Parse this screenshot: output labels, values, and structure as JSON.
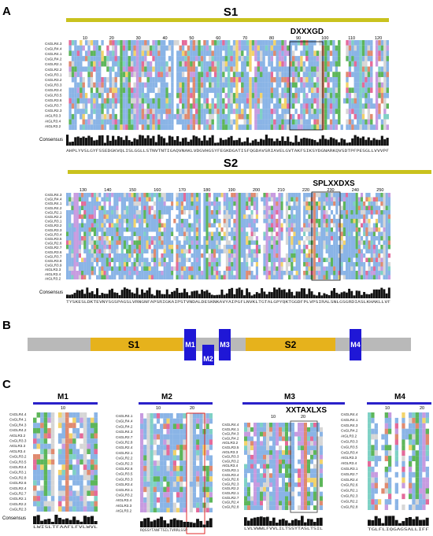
{
  "panelA": {
    "letter": "A",
    "s1": {
      "title": "S1",
      "motif": "DXXXGD",
      "ticks": [
        "10",
        "20",
        "30",
        "40",
        "50",
        "60",
        "70",
        "80",
        "90",
        "100",
        "110",
        "120"
      ],
      "names": [
        "CsGLR4.3",
        "CsGLR4.4",
        "CsGLR4.1",
        "CsGLR4.2",
        "CsGLR2.1",
        "CsGLR2.2",
        "CsGLR3.1",
        "CsGLR3.2",
        "CsGLR3.3",
        "CsGLR3.4",
        "CsGLR3.5",
        "CsGLR3.6",
        "CsGLR3.7",
        "CsGLR2.3",
        "AtGLR3.3",
        "AtGLR3.4",
        "AtGLR3.2"
      ],
      "consensus_label": "Consensus",
      "consensus_seq": "AHPLYVSLGYFSSEDGKVQLISLGGLLSTNVTNTIGAQVNAKLVDGVHGSYFEGKDGATISFQGDAVSRIAVELGVTAKFSIKSYDGNARKQVSDTPFPESGLLVVVPF"
    },
    "s2": {
      "title": "S2",
      "motif": "SPLXXDXS",
      "ticks": [
        "130",
        "140",
        "150",
        "160",
        "170",
        "180",
        "190",
        "200",
        "210",
        "220",
        "230",
        "240",
        "250"
      ],
      "names": [
        "CsGLR4.3",
        "CsGLR4.4",
        "CsGLR4.1",
        "CsGLR4.2",
        "CsGLR2.1",
        "CsGLR2.2",
        "CsGLR3.1",
        "CsGLR3.2",
        "CsGLR3.3",
        "CsGLR3.4",
        "CsGLR3.5",
        "CsGLR2.6",
        "CsGLR2.7",
        "CsGLR3.6",
        "CsGLR3.7",
        "CsGLR3.8",
        "CsGLR3.9",
        "AtGLR3.3",
        "AtGLR3.4",
        "AtGLR3.2"
      ],
      "consensus_label": "Consensus",
      "consensus_seq": "TYSKESLDKTEVNYSGSPAGSLVRNGNFAPSRIGKAIPSTVNDALDESKNKAVYAIPGFLNVKLTGTALGPYQKTGGDFPLVPSIRALSNLGSGRDIASLKHAKLLVF"
    }
  },
  "panelB": {
    "letter": "B",
    "domains": {
      "s1": "S1",
      "s2": "S2",
      "m1": "M1",
      "m2": "M2",
      "m3": "M3",
      "m4": "M4"
    }
  },
  "panelC": {
    "letter": "C",
    "m1": {
      "title": "M1",
      "tick": "10",
      "names": [
        "CsGLR4.4",
        "CsGLR4.1",
        "CsGLR4.3",
        "CsGLR4.2",
        "AtGLR3.2",
        "CsGLR3.3",
        "AtGLR3.3",
        "AtGLR3.4",
        "CsGLR3.2",
        "CsGLR3.5",
        "CsGLR3.4",
        "CsGLR3.1",
        "CsGLR2.8",
        "CsGLR2.6",
        "CsGLR2.4",
        "CsGLR2.7",
        "CsGLR2.1",
        "CsGLR2.2",
        "CsGLR2.3"
      ],
      "consensus_label": "Consensus",
      "consensus_seq": "LWISLTFAAFLFVLWVL"
    },
    "m2": {
      "title": "M2",
      "tick": "10",
      "tick2": "20",
      "names": [
        "CsGLR4.1",
        "CsGLR4.4",
        "CsGLR4.2",
        "CsGLR4.3",
        "CsGLR2.7",
        "CsGLR2.8",
        "CsGLR2.4",
        "CsGLR2.1",
        "CsGLR2.2",
        "CsGLR2.3",
        "CsGLR2.6",
        "CsGLR3.5",
        "CsGLR3.3",
        "CsGLR3.4",
        "CsGLR3.1",
        "CsGLR3.2",
        "AtGLR3.4",
        "AtGLR3.3",
        "AtGLR3.2"
      ],
      "consensus_seq": "RQSSYTANFTSILTVRRLSSP"
    },
    "m3": {
      "title": "M3",
      "motif": "XXTAXLXS",
      "tick": "10",
      "tick2": "20",
      "names": [
        "CsGLR4.4",
        "CsGLR4.1",
        "CsGLR4.3",
        "CsGLR4.2",
        "AtGLR3.2",
        "CsGLR3.5",
        "AtGLR3.3",
        "CsGLR3.3",
        "CsGLR3.2",
        "AtGLR3.4",
        "CsGLR3.1",
        "CsGLR3.4",
        "CsGLR2.6",
        "CsGLR2.3",
        "CsGLR2.2",
        "CsGLR2.1",
        "CsGLR2.7",
        "CsGLR2.4",
        "CsGLR2.8"
      ],
      "consensus_seq": "LVLVWWLFVVLILTSSYTASLTSIL"
    },
    "m4": {
      "title": "M4",
      "tick": "10",
      "tick2": "20",
      "names": [
        "CsGLR4.4",
        "CsGLR4.1",
        "CsGLR4.3",
        "CsGLR4.2",
        "AtGLR3.2",
        "CsGLR3.3",
        "CsGLR3.5",
        "CsGLR3.4",
        "AtGLR3.3",
        "AtGLR3.4",
        "CsGLR3.1",
        "CsGLR2.7",
        "CsGLR2.4",
        "CsGLR2.6",
        "CsGLR2.1",
        "CsGLR2.3",
        "CsGLR2.2",
        "CsGLR2.8"
      ],
      "consensus_seq": "TGLFLIQGAGSALLIFF"
    }
  },
  "colors": {
    "s_bar": "#c9c21e",
    "m_bar": "#2a21c9",
    "domain_gray": "#b9b9b9",
    "domain_gold": "#e6b21c",
    "tm_blue": "#1f17d6"
  }
}
